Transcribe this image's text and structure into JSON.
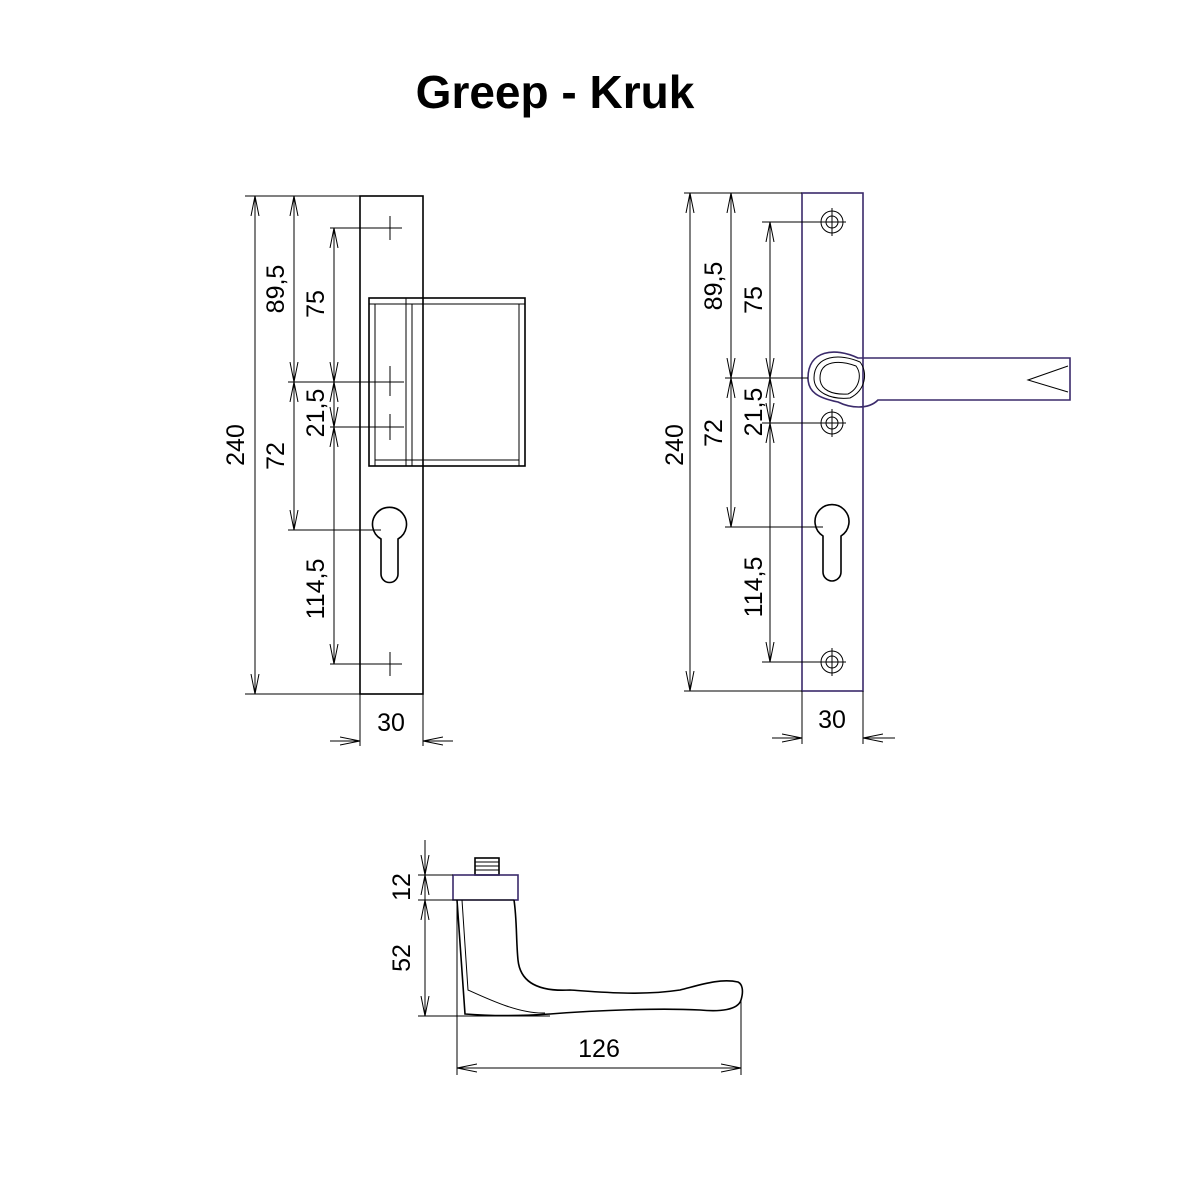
{
  "title": "Greep - Kruk",
  "left_view": {
    "total_height": "240",
    "top_to_grip": "89,5",
    "hole_to_grip": "75",
    "grip_to_cylinder": "72",
    "grip_offset": "21,5",
    "cylinder_to_hole": "114,5",
    "width": "30"
  },
  "right_view": {
    "total_height": "240",
    "top_to_lever": "89,5",
    "hole_to_lever": "75",
    "lever_to_cylinder": "72",
    "lever_offset": "21,5",
    "cylinder_to_hole": "114,5",
    "width": "30"
  },
  "side_view": {
    "rose_height": "12",
    "lever_height": "52",
    "lever_length": "126"
  }
}
